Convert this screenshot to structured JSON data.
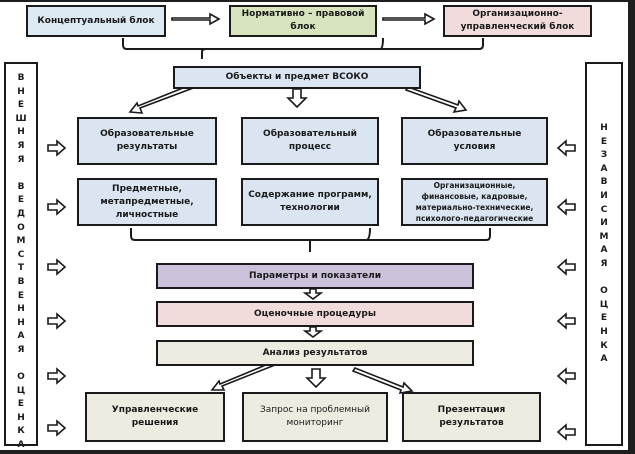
{
  "top_blocks": {
    "conceptual": "Концептуальный блок",
    "normative": "Нормативно – правовой блок",
    "organizational": "Организационно-управленческий блок"
  },
  "objects": "Объекты и предмет ВСОКО",
  "row1": {
    "results": "Образовательные результаты",
    "process": "Образовательный процесс",
    "conditions": "Образовательные условия"
  },
  "row2": {
    "results_detail": "Предметные, метапредметные, личностные",
    "process_detail": "Содержание программ, технологии",
    "conditions_detail": "Организационные, финансовые, кадровые, материально-технические, психолого-педагогические"
  },
  "parameters": "Параметры и показатели",
  "procedures": "Оценочные процедуры",
  "analysis": "Анализ результатов",
  "outcomes": {
    "decisions": "Управленческие решения",
    "monitoring": "Запрос на проблемный мониторинг",
    "presentation": "Презентация результатов"
  },
  "left_side": {
    "label": "Внешняя ведомственная оценка",
    "letters": [
      "В",
      "Н",
      "Е",
      "Ш",
      "Н",
      "Я",
      "Я",
      " ",
      "В",
      "Е",
      "Д",
      "О",
      "М",
      "С",
      "Т",
      "В",
      "Е",
      "Н",
      "Н",
      "А",
      "Я",
      " ",
      "О",
      "Ц",
      "Е",
      "Н",
      "К",
      "А"
    ]
  },
  "right_side": {
    "label": "Независимая оценка",
    "letters": [
      "Н",
      "Е",
      "З",
      "А",
      "В",
      "И",
      "С",
      "И",
      "М",
      "А",
      "Я",
      " ",
      "О",
      "Ц",
      "Е",
      "Н",
      "К",
      "А"
    ]
  },
  "colors": {
    "blue": "#dbe5f1",
    "green": "#d7e4bd",
    "pink": "#f2dcdb",
    "violet": "#ccc1da",
    "beige": "#eeece1"
  }
}
